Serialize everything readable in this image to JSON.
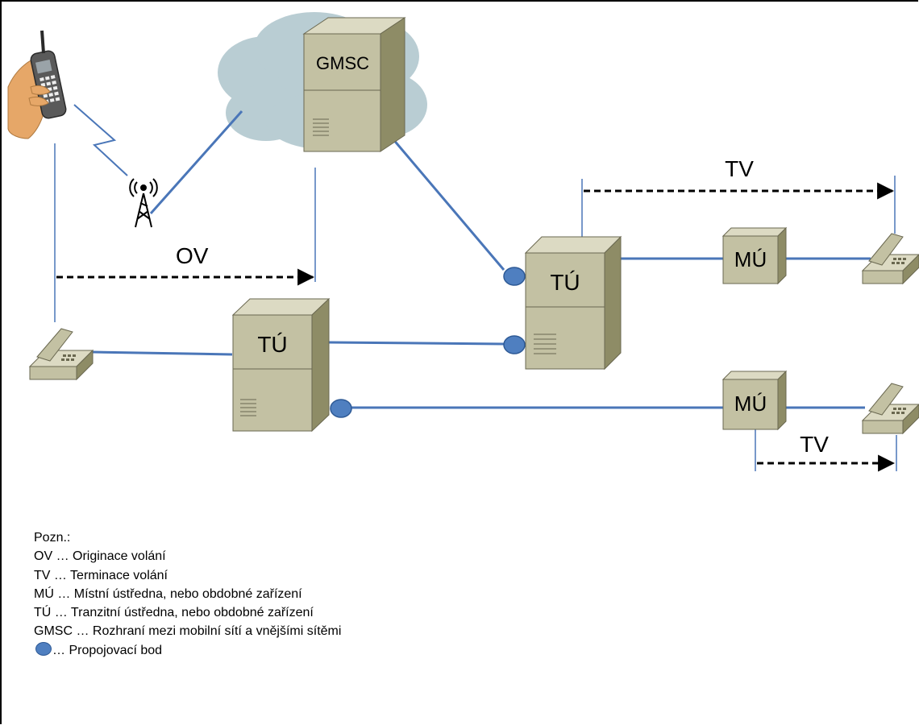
{
  "labels": {
    "gmsc": "GMSC",
    "tu_left": "TÚ",
    "tu_right": "TÚ",
    "mu_top": "MÚ",
    "mu_bottom": "MÚ",
    "ov": "OV",
    "tv_top": "TV",
    "tv_bottom": "TV"
  },
  "legend": {
    "title": "Pozn.:",
    "items": [
      "OV … Originace volání",
      "TV … Terminace volání",
      "MÚ … Místní ústředna, nebo obdobné zařízení",
      "TÚ … Tranzitní ústředna, nebo obdobné zařízení",
      "GMSC … Rozhraní mezi mobilní sítí a vnějšími sítěmi"
    ],
    "interconnect": "… Propojovací bod"
  },
  "colors": {
    "line": "#4a76b8",
    "box_front": "#c3c1a3",
    "box_side": "#8e8c66",
    "box_top": "#dcdac3",
    "cloud": "#b9cdd3",
    "interconnect_dot": "#4f7fc0"
  }
}
